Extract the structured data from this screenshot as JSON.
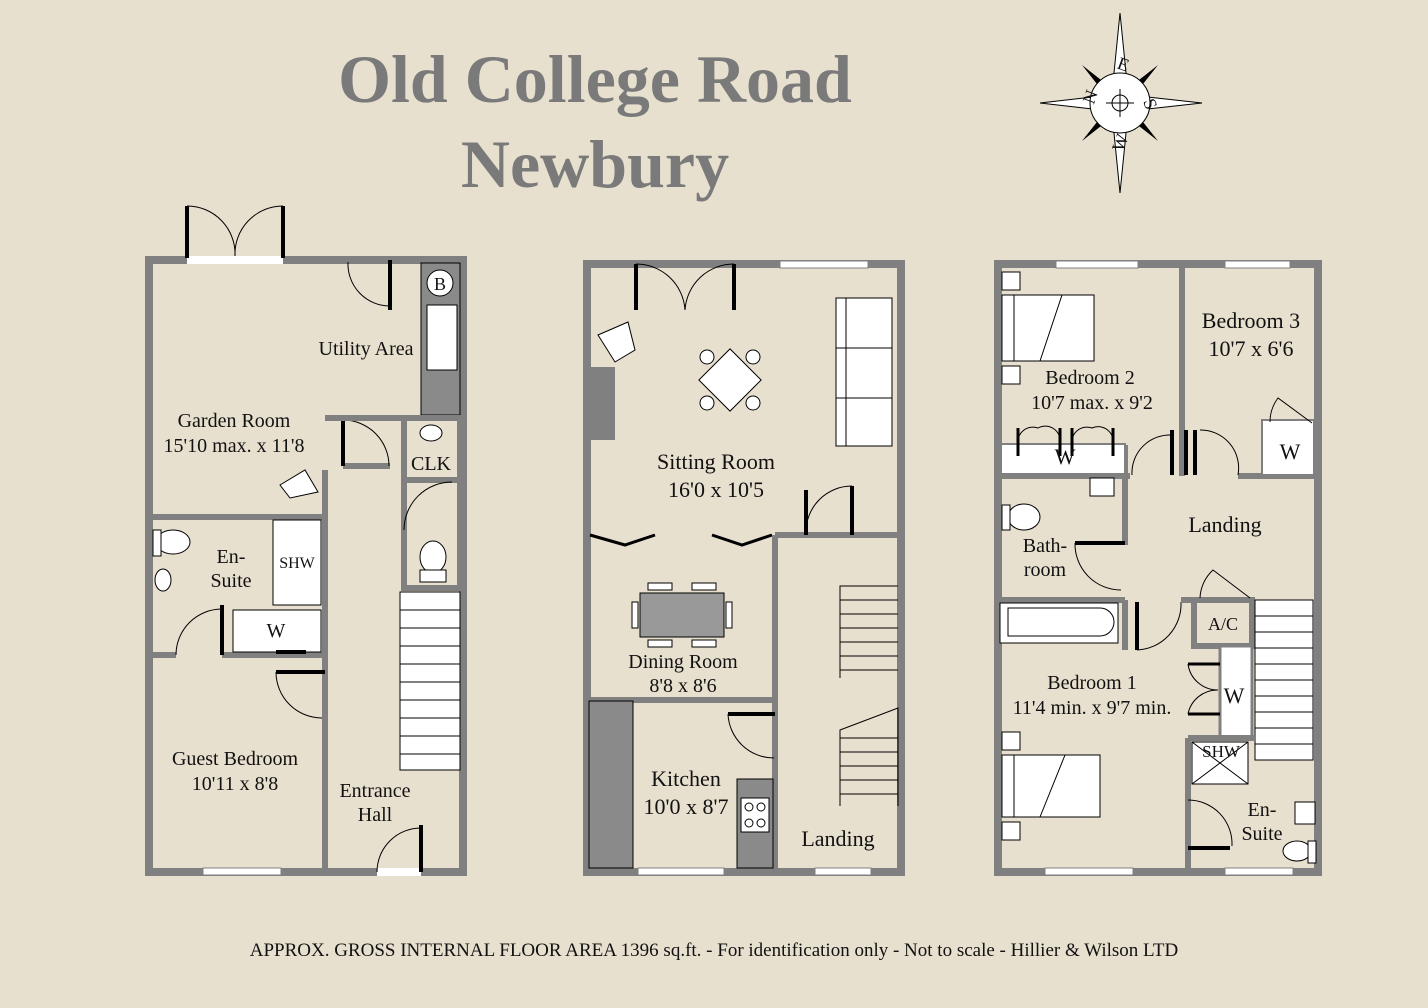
{
  "title": {
    "line1": "Old College Road",
    "line2": "Newbury"
  },
  "compass": {
    "n": "N",
    "e": "E",
    "s": "S",
    "w": "W"
  },
  "ground_floor": {
    "utility_area": "Utility Area",
    "boiler": "B",
    "garden_room": {
      "name": "Garden Room",
      "size": "15'10 max. x 11'8"
    },
    "clk": "CLK",
    "en_suite": {
      "line1": "En-",
      "line2": "Suite"
    },
    "shower": "SHW",
    "wardrobe": "W",
    "guest_bedroom": {
      "name": "Guest Bedroom",
      "size": "10'11 x 8'8"
    },
    "entrance_hall": {
      "line1": "Entrance",
      "line2": "Hall"
    }
  },
  "first_floor": {
    "sitting_room": {
      "name": "Sitting Room",
      "size": "16'0 x 10'5"
    },
    "dining_room": {
      "name": "Dining Room",
      "size": "8'8 x 8'6"
    },
    "kitchen": {
      "name": "Kitchen",
      "size": "10'0 x 8'7"
    },
    "landing": "Landing"
  },
  "second_floor": {
    "bedroom2": {
      "name": "Bedroom 2",
      "size": "10'7 max. x 9'2"
    },
    "bedroom3": {
      "name": "Bedroom 3",
      "size": "10'7 x 6'6"
    },
    "wardrobe": "W",
    "landing": "Landing",
    "bathroom": {
      "line1": "Bath-",
      "line2": "room"
    },
    "airing_cupboard": "A/C",
    "bedroom1": {
      "name": "Bedroom 1",
      "size": "11'4 min. x 9'7 min."
    },
    "shower": "SHW",
    "en_suite": {
      "line1": "En-",
      "line2": "Suite"
    }
  },
  "footer": "APPROX. GROSS INTERNAL FLOOR AREA 1396 sq.ft. - For identification only - Not to scale -  Hillier & Wilson LTD"
}
